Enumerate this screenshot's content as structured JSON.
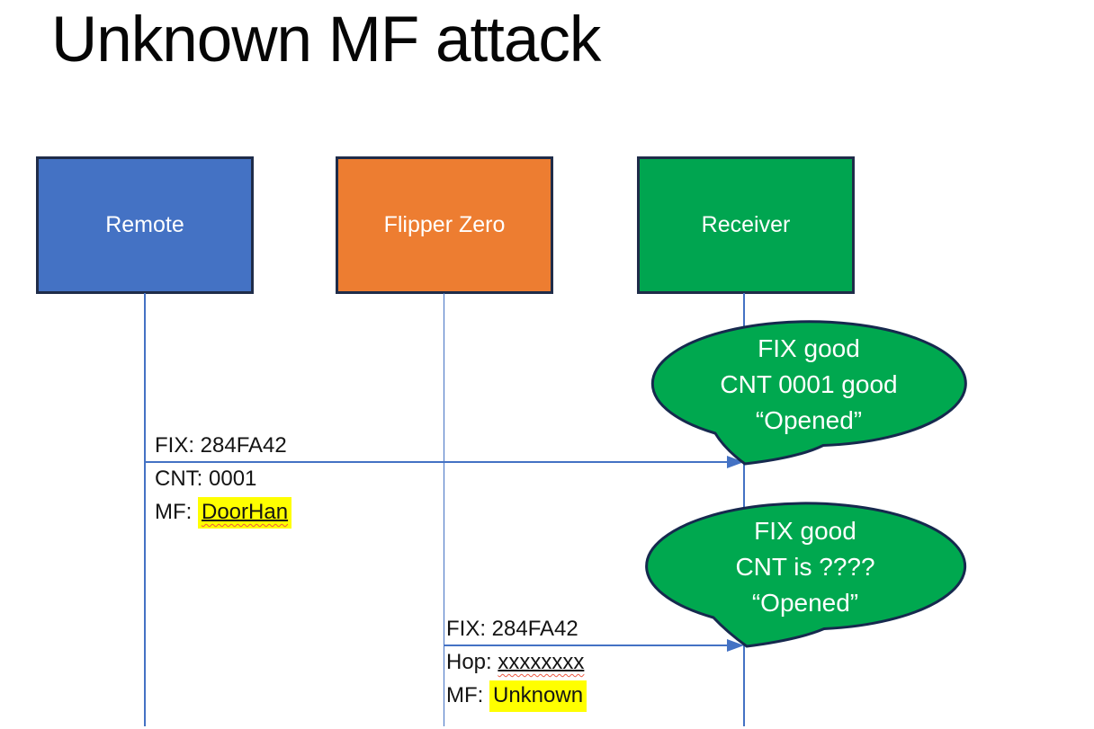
{
  "slide": {
    "title": "Unknown MF attack"
  },
  "colors": {
    "remote_fill": "#4472C4",
    "flipper_fill": "#ED7D31",
    "receiver_fill": "#00A550",
    "callout_fill": "#00A84F",
    "shape_border": "#1F2C49",
    "callout_border": "#16294E",
    "lifeline_arrow": "#4472C4",
    "highlight": "#FFFF00",
    "spellcheck_squiggle": "#EE5A43",
    "text_dark": "#141414",
    "text_light": "#FFFFFF"
  },
  "actors": [
    {
      "label": "Remote"
    },
    {
      "label": "Flipper Zero"
    },
    {
      "label": "Receiver"
    }
  ],
  "messages": [
    {
      "from": "Remote",
      "to": "Receiver",
      "line1": "FIX: 284FA42",
      "line2": "CNT: 0001",
      "line3_prefix": "MF: ",
      "line3_value": "DoorHan"
    },
    {
      "from": "Flipper Zero",
      "to": "Receiver",
      "line1": "FIX: 284FA42",
      "line2_prefix": "Hop: ",
      "line2_value": "xxxxxxxx",
      "line3_prefix": "MF: ",
      "line3_value": "Unknown"
    }
  ],
  "callouts": [
    {
      "line1": "FIX good",
      "line2": "CNT 0001 good",
      "line3": "“Opened”"
    },
    {
      "line1": "FIX good",
      "line2": "CNT is ????",
      "line3": "“Opened”"
    }
  ]
}
